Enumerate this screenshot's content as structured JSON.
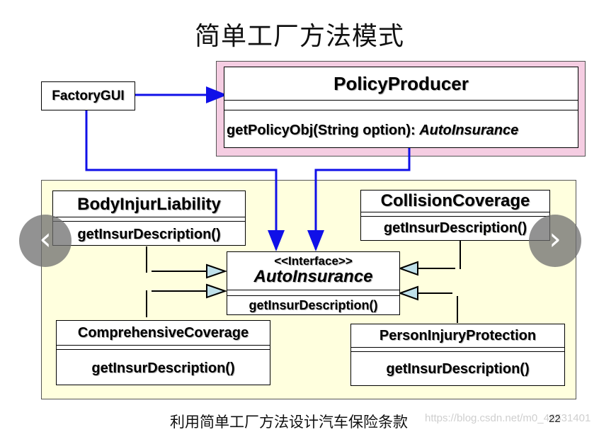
{
  "slide": {
    "title": "简单工厂方法模式",
    "footer": "利用简单工厂方法设计汽车保险条款",
    "watermark": "https://blog.csdn.net/m0_46531401",
    "page_number": "22"
  },
  "nav": {
    "prev_glyph": "‹",
    "next_glyph": "›"
  },
  "colors": {
    "connector": "#1010e8",
    "panel": "#ffffde",
    "highlight": "#f5cde2",
    "arrowhead": "#bfe0ea"
  },
  "diagram": {
    "factory_gui": {
      "name": "FactoryGUI"
    },
    "policy_producer": {
      "name": "PolicyProducer",
      "method": "getPolicyObj(String option): ",
      "return_type": "AutoInsurance"
    },
    "interface": {
      "stereotype": "<<Interface>>",
      "name": "AutoInsurance",
      "method": "getInsurDescription()"
    },
    "body_injur": {
      "name": "BodyInjurLiability",
      "method": "getInsurDescription()"
    },
    "collision": {
      "name": "CollisionCoverage",
      "method": "getInsurDescription()"
    },
    "comprehensive": {
      "name": "ComprehensiveCoverage",
      "method": "getInsurDescription()"
    },
    "person_injury": {
      "name": "PersonInjuryProtection",
      "method": "getInsurDescription()"
    }
  }
}
